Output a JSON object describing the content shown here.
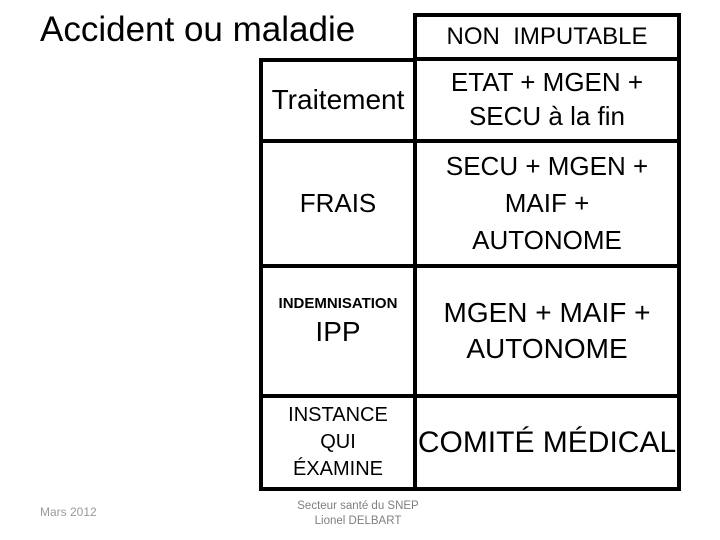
{
  "slide": {
    "title": "Accident ou maladie",
    "table": {
      "left_column": {
        "row1_label": "Traitement",
        "row2_label": "FRAIS",
        "row3_heading": "INDEMNISATION",
        "row3_label": "IPP",
        "row4_label": "INSTANCE\nQUI\nÉXAMINE"
      },
      "right_column": {
        "header": "NON  IMPUTABLE",
        "row1_label": "ETAT + MGEN +\nSECU à la fin",
        "row2_label": "SECU + MGEN +\nMAIF +\nAUTONOME",
        "row3_label": "MGEN + MAIF +\nAUTONOME",
        "row4_label": "COMITÉ MÉDICAL"
      }
    },
    "footer": {
      "date": "Mars 2012",
      "credit": "Secteur santé du SNEP\nLionel DELBART"
    }
  },
  "colors": {
    "background": "#ffffff",
    "border": "#000000",
    "text": "#000000",
    "footer_date": "#9a9a9a",
    "footer_credit": "#7f7f7f"
  }
}
